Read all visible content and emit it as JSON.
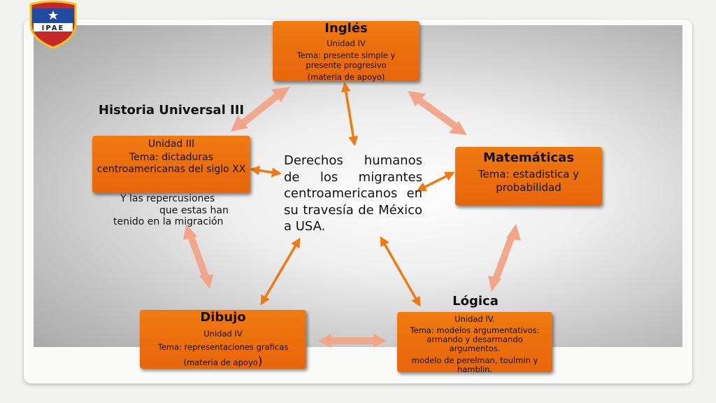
{
  "logo": {
    "text": "IPAE",
    "icon": "shield-logo"
  },
  "center": {
    "text": "Derechos humanos de los migrantes centroamericanos en su travesía de México a USA."
  },
  "nodes": {
    "ingles": {
      "title": "Inglés",
      "unit": "Unidad IV",
      "topic": "Tema: presente simple y presente progresivo",
      "note": "(materia de apoyo)"
    },
    "historia": {
      "title": "Historia Universal III",
      "unit": "Unidad III",
      "topic": "Tema: dictaduras centroamericanas del siglo XX",
      "extra_lines": [
        "Y las repercusiones",
        "que estas han",
        "tenido en la migración"
      ]
    },
    "matematicas": {
      "title": "Matemáticas",
      "topic": "Tema: estadistica y probabilidad"
    },
    "dibujo": {
      "title": "Dibujo",
      "unit": "Unidad IV",
      "topic": "Tema: representaciones graficas",
      "note": "(materia de apoyo",
      "note_paren": ")"
    },
    "logica": {
      "title": "Lógica",
      "unit": "Unidad IV.",
      "topic": "Tema:  modelos argumentativos: armando y desarmando argumentos.",
      "models": "modelo de perelman, toulmin y hamblin."
    }
  },
  "colors": {
    "box": "#e8650c",
    "arrow_core": "#ef7a12",
    "arrow_pale": "#f2a588"
  }
}
